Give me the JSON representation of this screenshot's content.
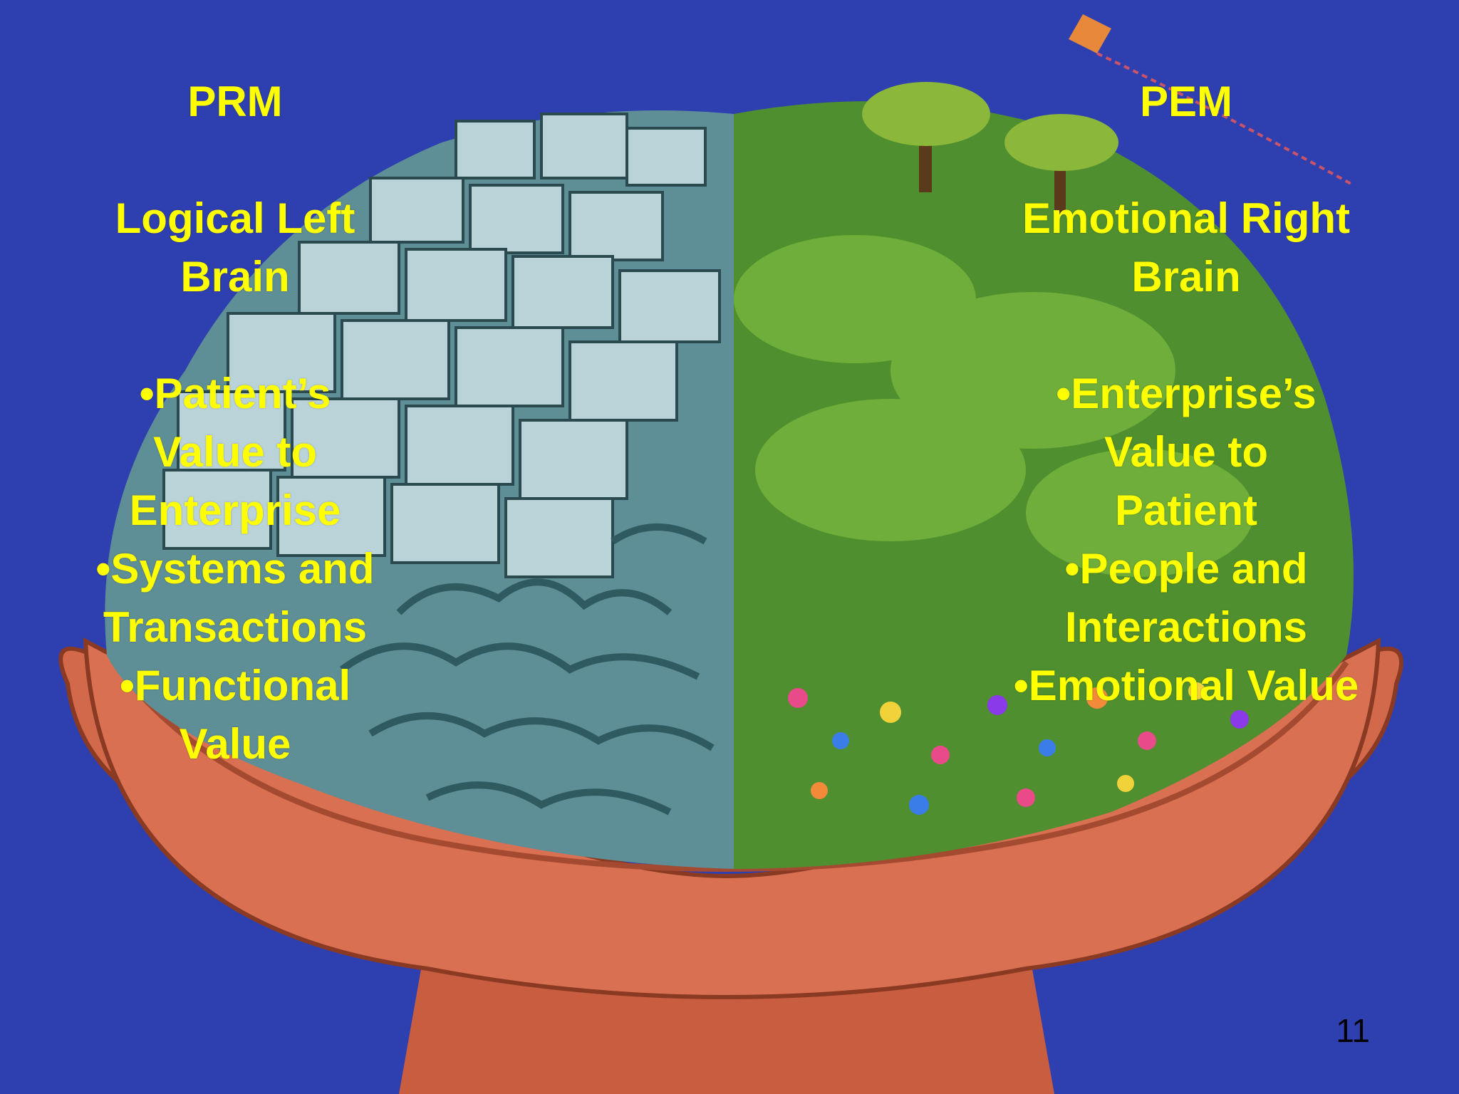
{
  "colors": {
    "background": "#2e3fb0",
    "text": "#ffff00",
    "head_skin": "#d97052",
    "left_brain": "#5e8e96",
    "right_brain": "#4f8f2f"
  },
  "left": {
    "title": "PRM",
    "heading_line1": "Logical Left",
    "heading_line2": "Brain",
    "bullet1_line1": "•Patient’s",
    "bullet1_line2": "Value to",
    "bullet1_line3": "Enterprise",
    "bullet2_line1": "•Systems and",
    "bullet2_line2": "Transactions",
    "bullet3_line1": "•Functional",
    "bullet3_line2": "Value"
  },
  "right": {
    "title": "PEM",
    "heading_line1": "Emotional Right",
    "heading_line2": "Brain",
    "bullet1_line1": "•Enterprise’s",
    "bullet1_line2": "Value to",
    "bullet1_line3": "Patient",
    "bullet2_line1": "•People and",
    "bullet2_line2": "Interactions",
    "bullet3_line1": "•Emotional Value"
  },
  "page_number": "11"
}
